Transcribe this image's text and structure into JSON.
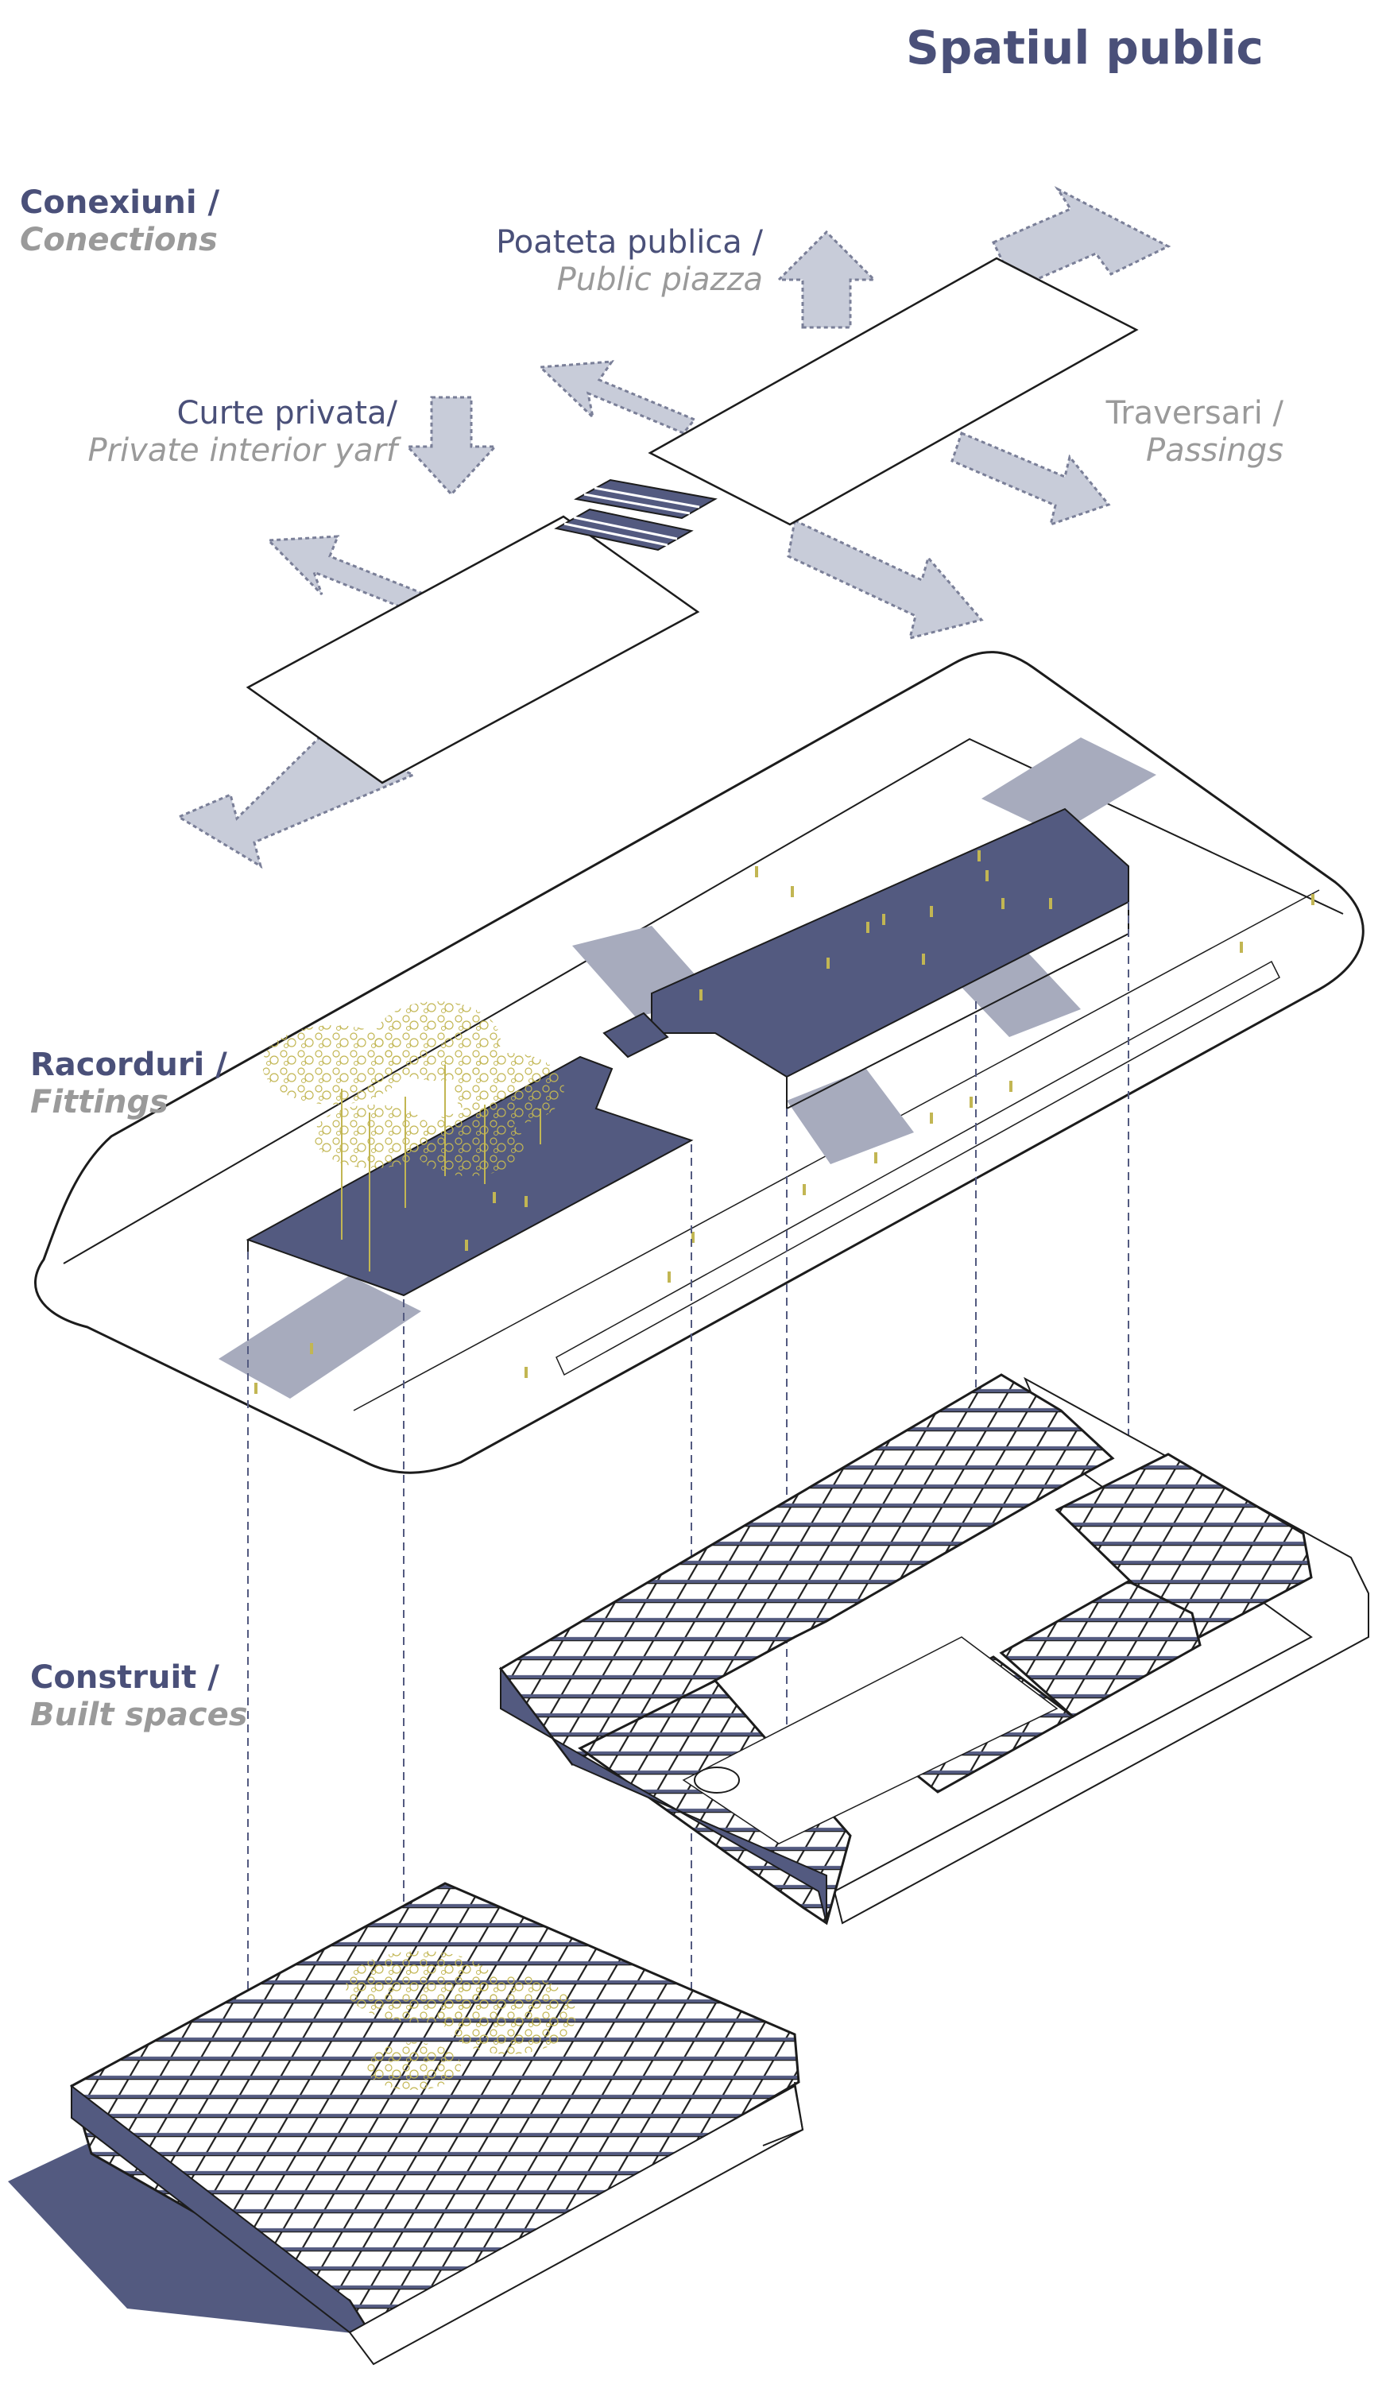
{
  "title": "Spatiul public",
  "layers": [
    {
      "main": "Conexiuni /",
      "sub": "Conections"
    },
    {
      "main": "Racorduri /",
      "sub": "Fittings"
    },
    {
      "main": "Construit /",
      "sub": "Built spaces"
    }
  ],
  "annotations": {
    "piazza": {
      "main": "Poateta publica /",
      "sub": "Public piazza"
    },
    "courtyard": {
      "main": "Curte privata/",
      "sub": "Private interior yarf"
    },
    "passings": {
      "main": "Traversari /",
      "sub": "Passings"
    }
  },
  "colors": {
    "title": "#4a5079",
    "slab": "#535a80",
    "arrow": "#c8ccd9",
    "arrow_border": "#7a7f98",
    "trees": "#c2b653",
    "line": "#1c1c1c",
    "guide": "#535a80",
    "subtitle": "#9a9a9a"
  }
}
